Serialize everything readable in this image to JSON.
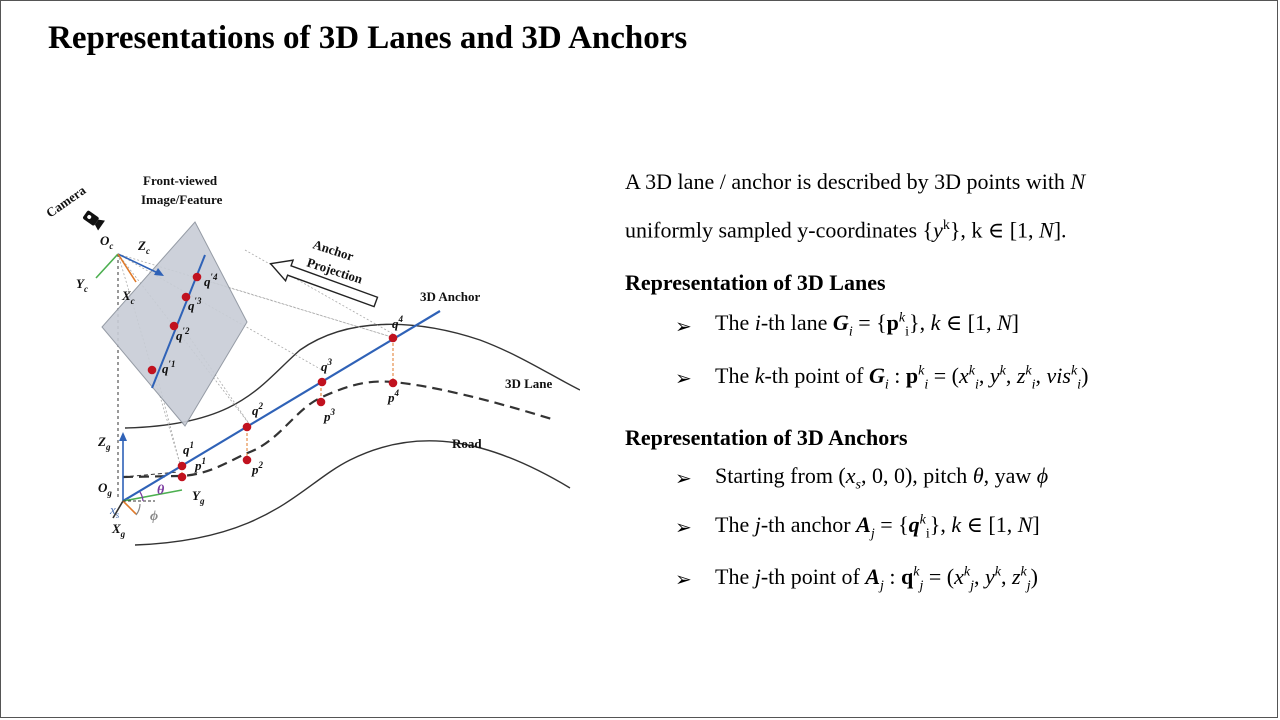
{
  "title": "Representations of 3D Lanes and 3D Anchors",
  "diagram": {
    "camera_label": "Camera",
    "front_view_label_1": "Front-viewed",
    "front_view_label_2": "Image/Feature",
    "projection_label_1": "Anchor",
    "projection_label_2": "Projection",
    "anchor_label": "3D Anchor",
    "lane_label": "3D Lane",
    "road_label": "Road",
    "oc": "O",
    "zc": "Z",
    "yc": "Y",
    "xc": "X",
    "og": "O",
    "zg": "Z",
    "yg": "Y",
    "xg": "X",
    "sub_c": "c",
    "sub_g": "g",
    "xs": "x",
    "sub_s": "s",
    "theta": "θ",
    "phi": "ϕ",
    "q1": "q",
    "q2": "q",
    "q3": "q",
    "q4": "q",
    "p1": "p",
    "p2": "p",
    "p3": "p",
    "p4": "p",
    "qp1": "q",
    "qp2": "q",
    "qp3": "q",
    "qp4": "q",
    "n1": "1",
    "n2": "2",
    "n3": "3",
    "n4": "4",
    "np1": "′1",
    "np2": "′2",
    "np3": "′3",
    "np4": "′4"
  },
  "text": {
    "intro_1a": "A 3D lane / anchor is described by 3D points with ",
    "intro_1b": "N",
    "intro_2a": "uniformly sampled y-coordinates {",
    "intro_2b": "y",
    "intro_2c": "k",
    "intro_2d": "}, k ∈ [1, ",
    "intro_2e": "N",
    "intro_2f": "].",
    "sec1": "Representation of 3D Lanes",
    "b1_a": "The ",
    "b1_b": "i",
    "b1_c": "-th lane ",
    "b1_d": "G",
    "b1_e": "i",
    "b1_f": " = {",
    "b1_g": "p",
    "b1_h": "k",
    "b1_i": "i",
    "b1_j": "}, ",
    "b1_k": "k",
    "b1_l": " ∈ [1, ",
    "b1_m": "N",
    "b1_n": "]",
    "b2_a": "The ",
    "b2_b": "k",
    "b2_c": "-th point of ",
    "b2_d": "G",
    "b2_e": "i",
    "b2_f": " : ",
    "b2_g": "p",
    "b2_h": "k",
    "b2_i": "i",
    "b2_j": " = (",
    "b2_k": "x",
    "b2_l": "k",
    "b2_m": "i",
    "b2_n": ", ",
    "b2_o": "y",
    "b2_p": "k",
    "b2_q": ", ",
    "b2_r": "z",
    "b2_s": "k",
    "b2_t": "i",
    "b2_u": ", ",
    "b2_v": "vis",
    "b2_w": "k",
    "b2_x": "i",
    "b2_y": ")",
    "sec2": "Representation of 3D Anchors",
    "b3_a": "Starting from (",
    "b3_b": "x",
    "b3_c": "s",
    "b3_d": ", 0, 0), pitch ",
    "b3_e": "θ",
    "b3_f": ", yaw ",
    "b3_g": "ϕ",
    "b4_a": "The ",
    "b4_b": "j",
    "b4_c": "-th anchor ",
    "b4_d": "A",
    "b4_e": "j",
    "b4_f": " = {",
    "b4_g": "q",
    "b4_h": "k",
    "b4_i": "i",
    "b4_j": "}, ",
    "b4_k": "k",
    "b4_l": " ∈ [1, ",
    "b4_m": "N",
    "b4_n": "]",
    "b5_a": "The ",
    "b5_b": "j",
    "b5_c": "-th point of ",
    "b5_d": "A",
    "b5_e": "j",
    "b5_f": " : ",
    "b5_g": "q",
    "b5_h": "k",
    "b5_i": "j",
    "b5_j": " = (",
    "b5_k": "x",
    "b5_l": "k",
    "b5_m": "j",
    "b5_n": ", ",
    "b5_o": "y",
    "b5_p": "k",
    "b5_q": ", ",
    "b5_r": "z",
    "b5_s": "k",
    "b5_t": "j",
    "b5_u": ")",
    "bullet_glyph": "➢"
  },
  "colors": {
    "anchor_line": "#2f62b7",
    "point_red": "#c1121f",
    "plane_fill": "#c8cdd6",
    "axis_green": "#4caf50",
    "axis_orange": "#e07a2a",
    "theta_purple": "#7a3aa0"
  }
}
